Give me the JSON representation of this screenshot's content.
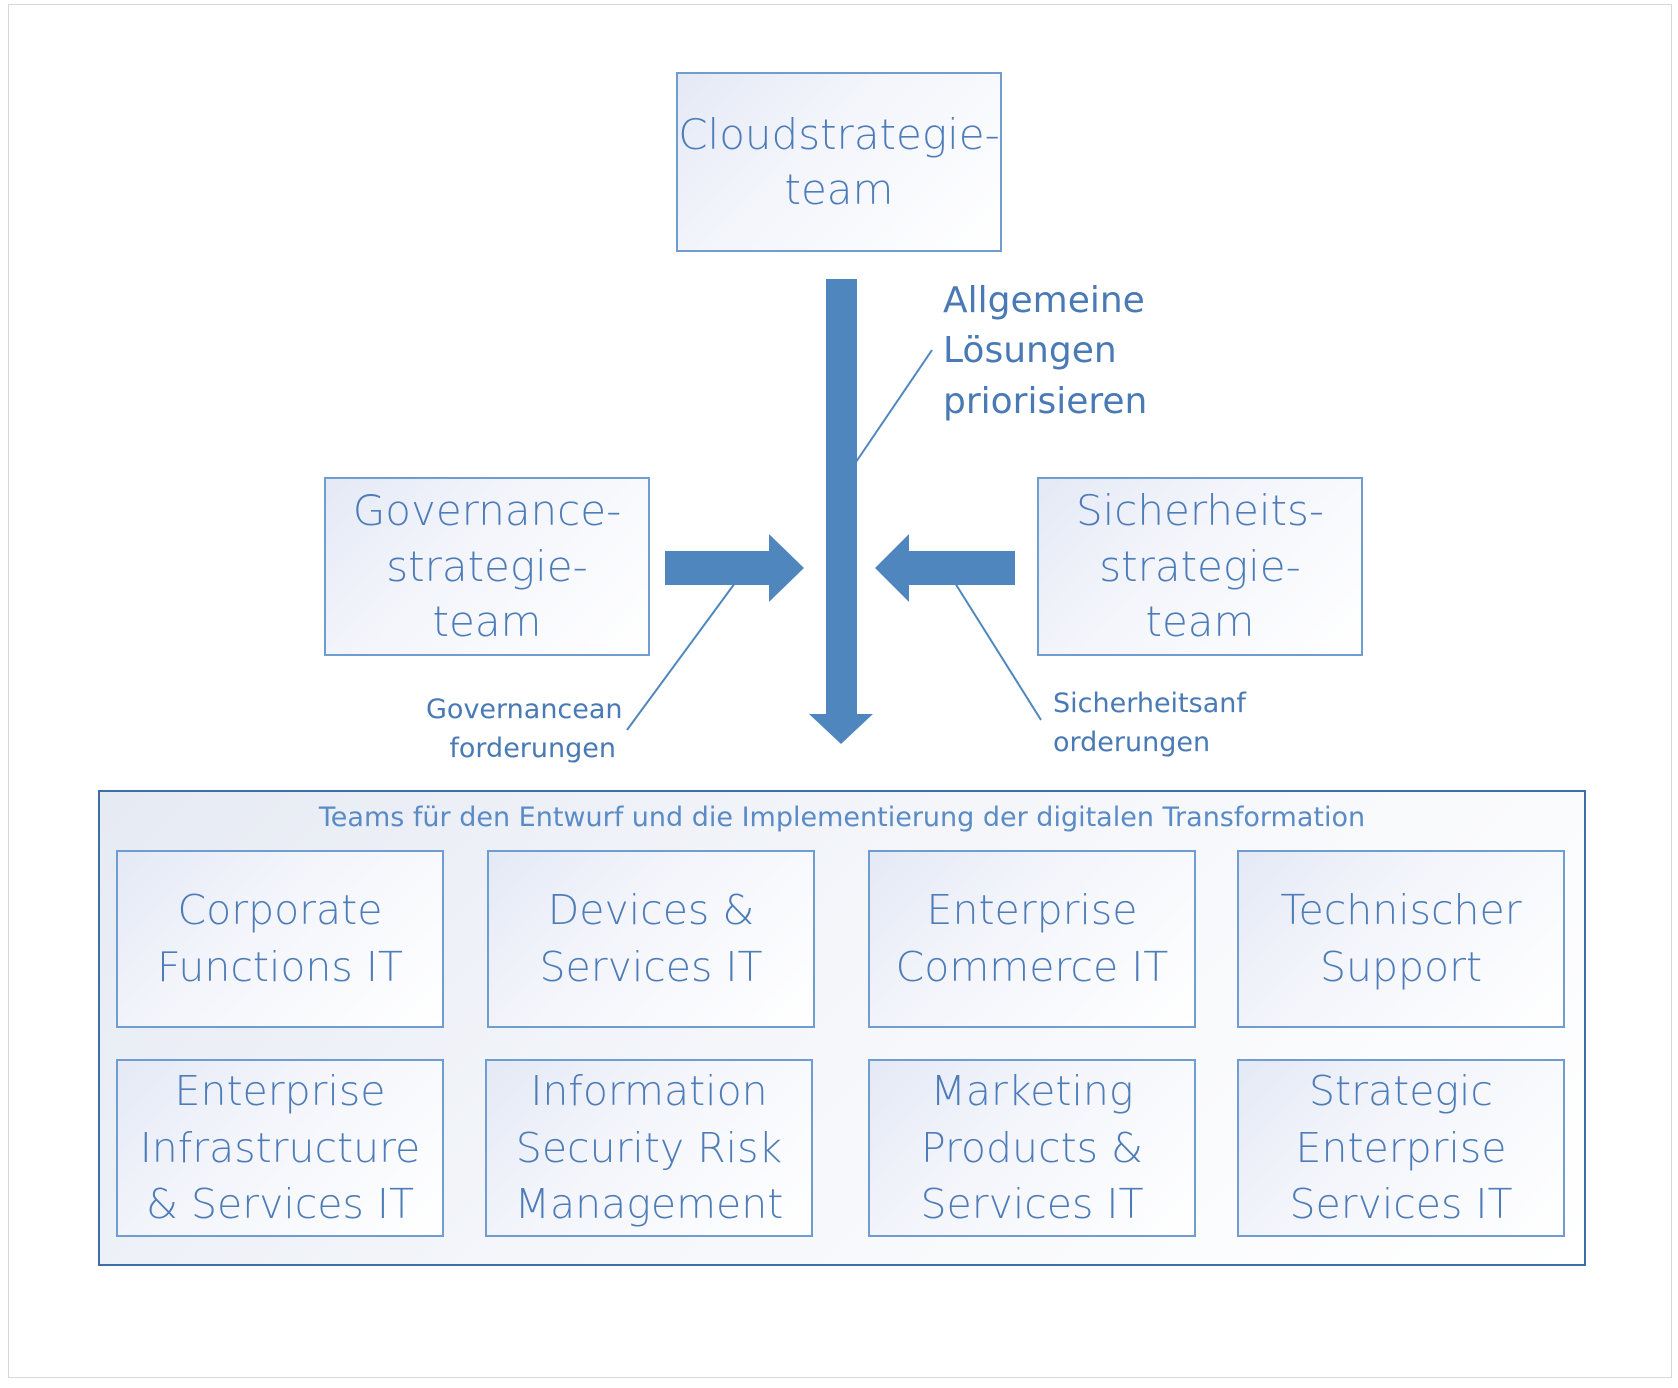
{
  "top_team": "Cloudstrategie-\nteam",
  "left_team": "Governance-\nstrategie-\nteam",
  "right_team": "Sicherheits-\nstrategie-\nteam",
  "labels": {
    "priorities": "Allgemeine\nLösungen\npriorisieren",
    "governance_requirements": "Governancean\nforderungen",
    "security_requirements": "Sicherheitsanf\norderungen"
  },
  "container_title": "Teams für den Entwurf und die Implementierung der digitalen Transformation",
  "teams": [
    "Corporate\nFunctions IT",
    "Devices &\nServices IT",
    "Enterprise\nCommerce IT",
    "Technischer\nSupport",
    "Enterprise\nInfrastructure\n& Services IT",
    "Information\nSecurity Risk\nManagement",
    "Marketing\nProducts &\nServices IT",
    "Strategic\nEnterprise\nServices IT"
  ],
  "colors": {
    "arrow": "#4f86bd",
    "box_border": "#6f9dcf",
    "text": "#4d7cb8"
  }
}
